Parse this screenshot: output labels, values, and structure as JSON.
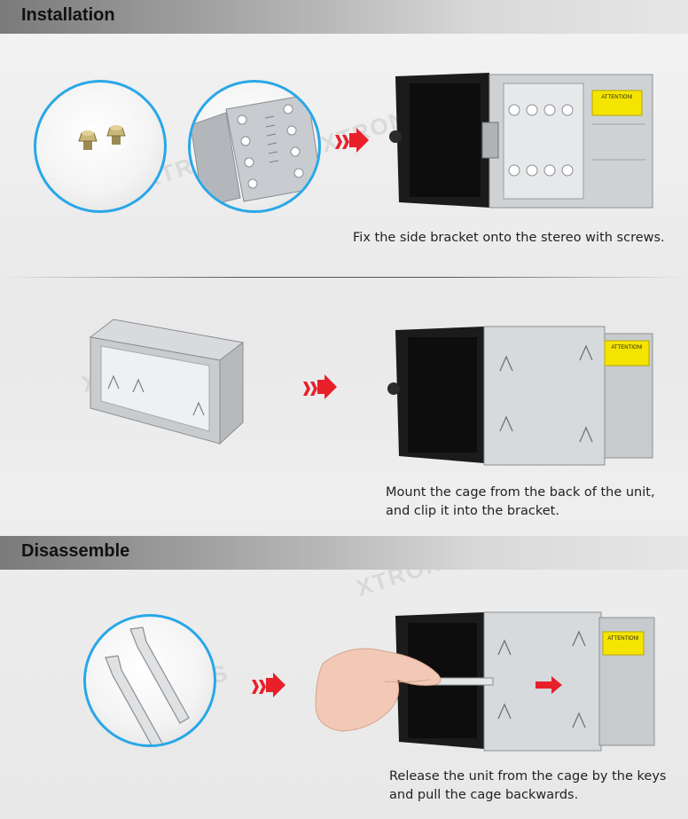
{
  "sections": {
    "installation": {
      "title": "Installation"
    },
    "disassemble": {
      "title": "Disassemble"
    }
  },
  "steps": {
    "step1": {
      "caption": "Fix the side bracket onto the stereo with screws."
    },
    "step2": {
      "caption_line1": "Mount the cage from the back of the unit,",
      "caption_line2": "and clip it into the bracket."
    },
    "step3": {
      "caption_line1": "Release the unit from the cage by the keys",
      "caption_line2": "and pull the cage backwards."
    }
  },
  "labels": {
    "attention": "ATTENTION!",
    "watermark": "XTRONS"
  },
  "colors": {
    "accent_circle": "#29a7e8",
    "arrow_red": "#e8202a",
    "sticker_yellow": "#f5e400"
  }
}
